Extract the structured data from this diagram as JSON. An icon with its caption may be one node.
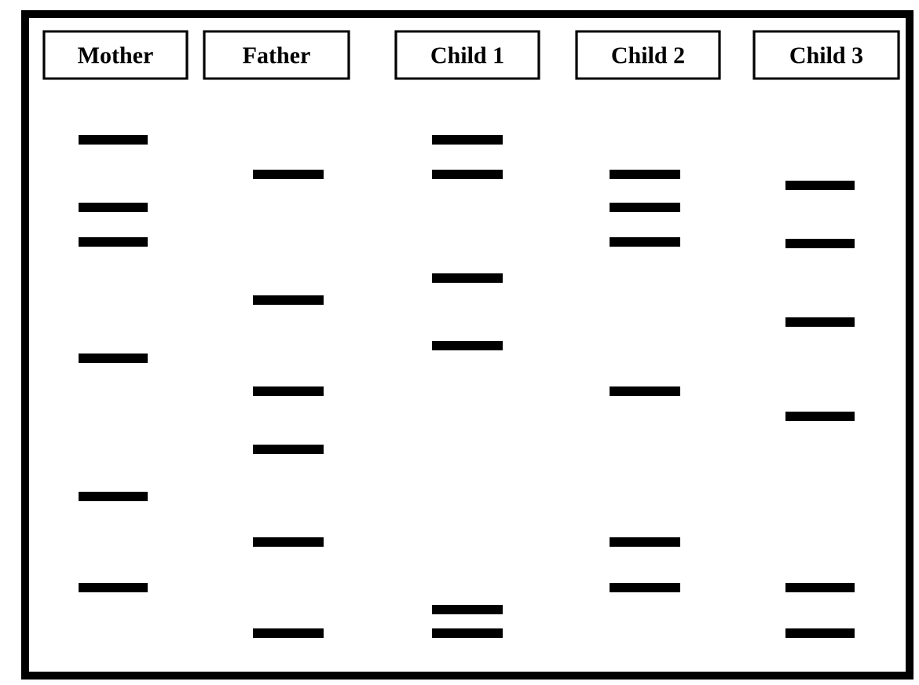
{
  "diagram": {
    "nodes": [
      {
        "text": [
          "Mother"
        ]
      },
      {
        "text": [
          "Father"
        ]
      },
      {
        "text": [
          "Child 1"
        ]
      },
      {
        "text": [
          "Child 2"
        ]
      },
      {
        "text": [
          "Child 3"
        ]
      }
    ]
  }
}
